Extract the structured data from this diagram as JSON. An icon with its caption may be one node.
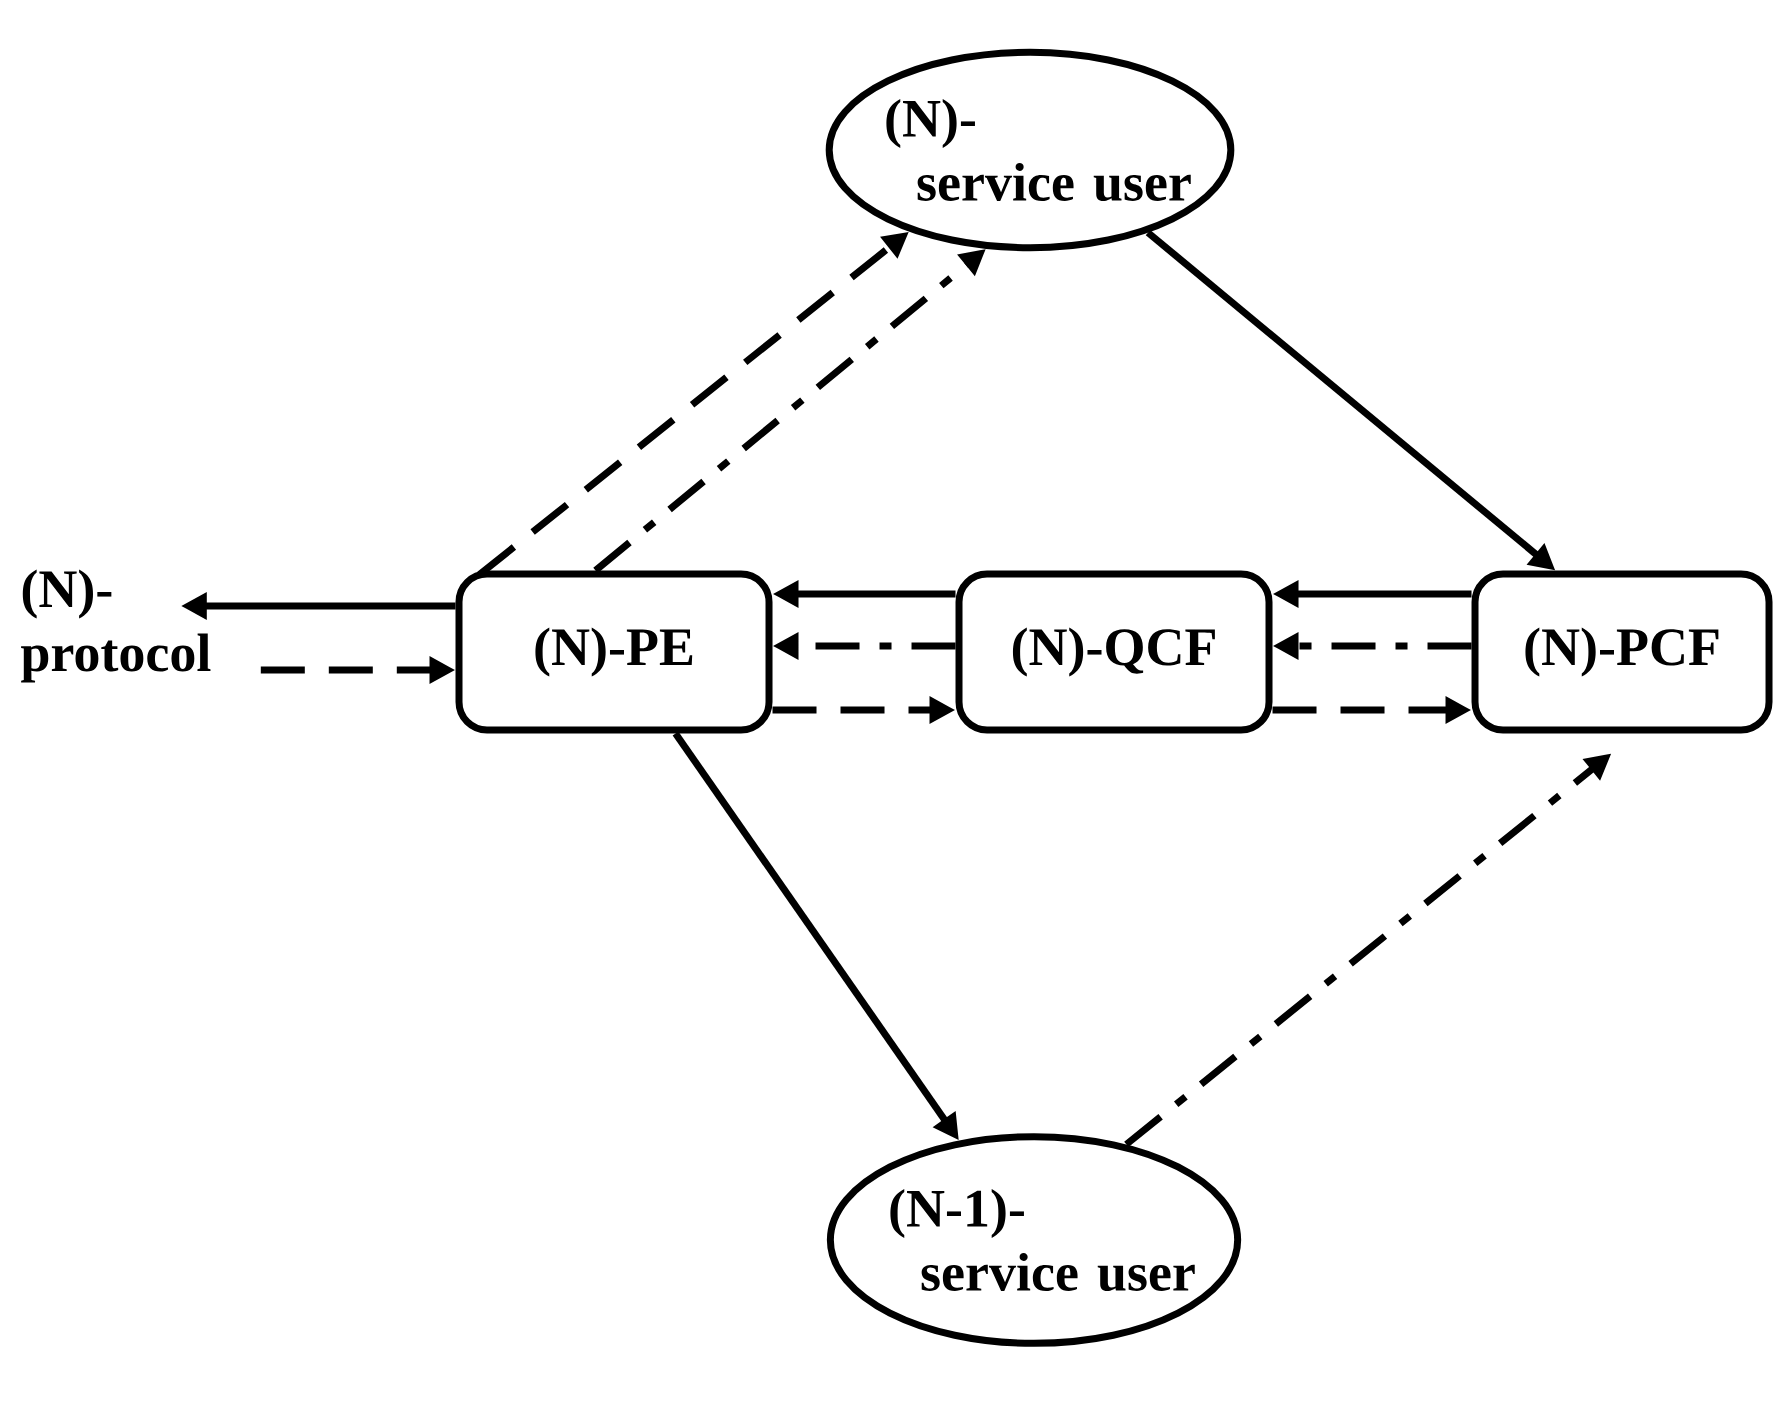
{
  "diagram": {
    "nodes": [
      {
        "text": [
          "(N)- service user"
        ]
      },
      {
        "text": [
          "(N)- protocol"
        ]
      },
      {
        "text": [
          "(N)-PE"
        ]
      },
      {
        "text": [
          "(N)-QCF"
        ]
      },
      {
        "text": [
          "(N)-PCF"
        ]
      },
      {
        "text": [
          "(N-1)- service user"
        ]
      }
    ],
    "edges": [
      {
        "from": 0,
        "to": 4,
        "arrow": "to"
      },
      {
        "from": 2,
        "to": 0,
        "arrow": "to",
        "style": "dashed"
      },
      {
        "from": 2,
        "to": 0,
        "arrow": "to",
        "style": "dashed"
      },
      {
        "from": 2,
        "to": 1,
        "arrow": "to"
      },
      {
        "from": 1,
        "to": 2,
        "arrow": "to",
        "style": "dashed"
      },
      {
        "from": 3,
        "to": 2,
        "arrow": "to"
      },
      {
        "from": 3,
        "to": 2,
        "arrow": "to",
        "style": "dashed"
      },
      {
        "from": 2,
        "to": 3,
        "arrow": "to",
        "style": "dashed"
      },
      {
        "from": 4,
        "to": 3,
        "arrow": "to"
      },
      {
        "from": 4,
        "to": 3,
        "arrow": "to",
        "style": "dashed"
      },
      {
        "from": 3,
        "to": 4,
        "arrow": "to",
        "style": "dashed"
      },
      {
        "from": 2,
        "to": 5,
        "arrow": "to"
      },
      {
        "from": 5,
        "to": 4,
        "arrow": "to",
        "style": "dashed"
      }
    ]
  }
}
